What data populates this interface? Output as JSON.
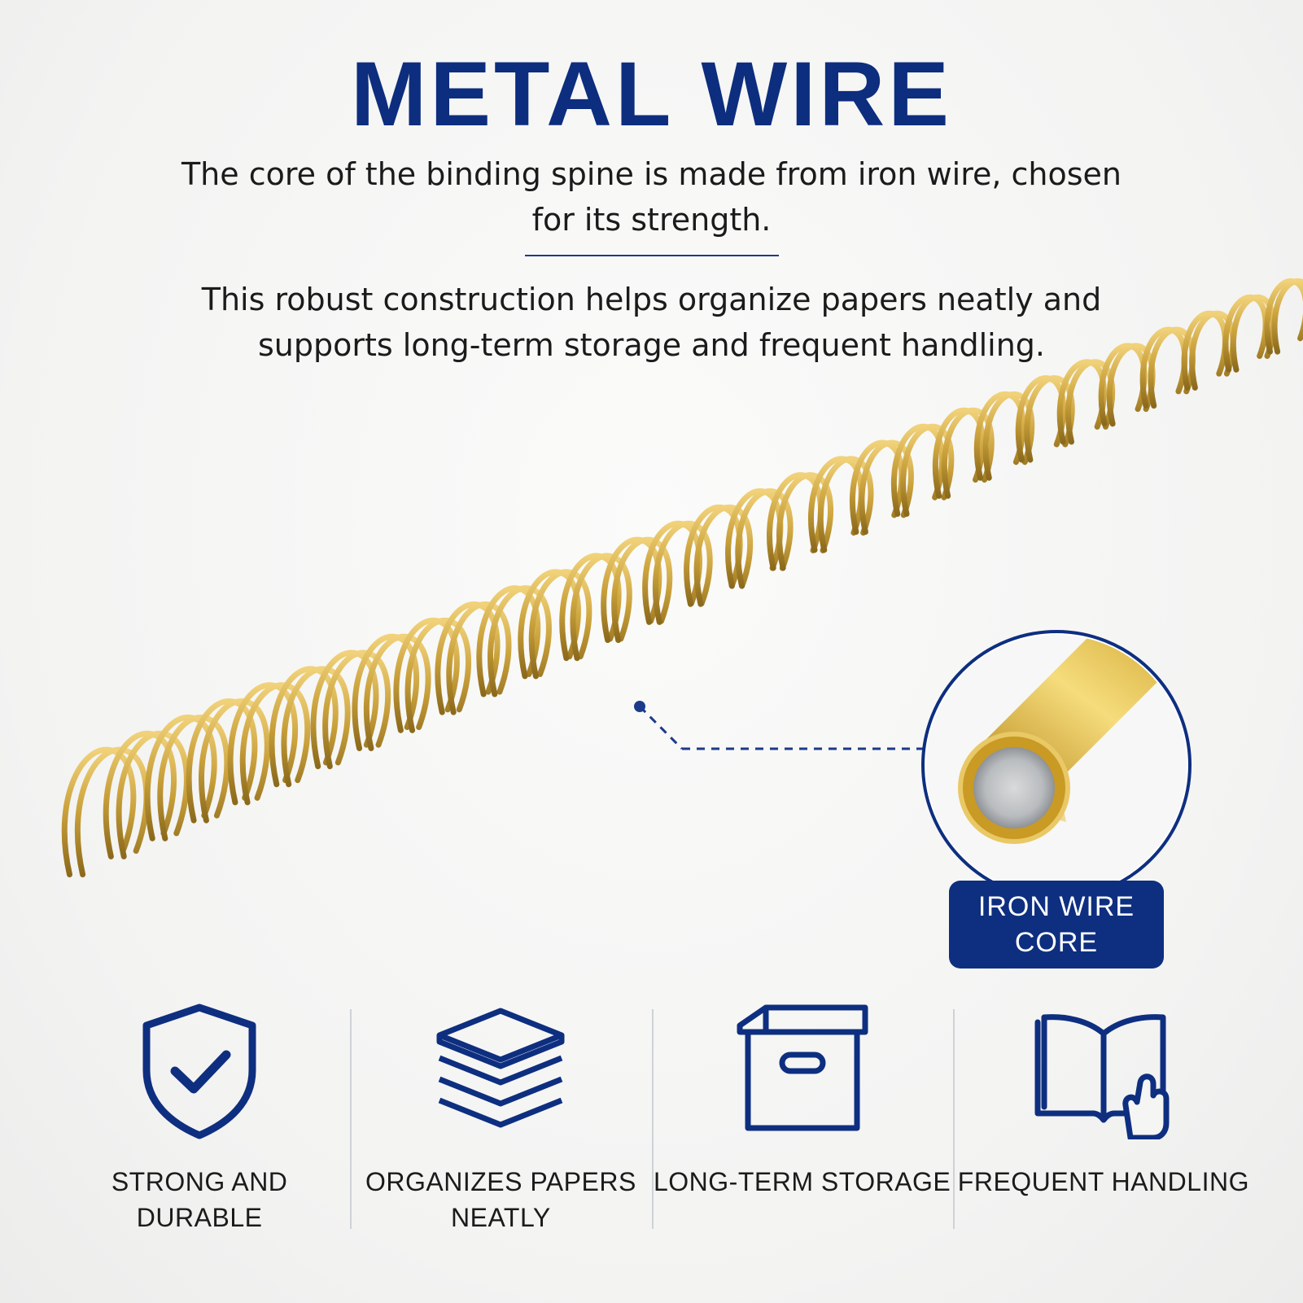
{
  "header": {
    "title": "METAL WIRE",
    "intro": "The core of the binding spine is made from iron wire, chosen for its strength.",
    "body": "This robust construction helps organize papers neatly and supports long-term storage and frequent handling."
  },
  "callout": {
    "label": "IRON WIRE CORE"
  },
  "features": [
    {
      "icon": "shield-check-icon",
      "label": "STRONG AND DURABLE"
    },
    {
      "icon": "paper-stack-icon",
      "label": "ORGANIZES PAPERS NEATLY"
    },
    {
      "icon": "storage-box-icon",
      "label": "LONG-TERM STORAGE"
    },
    {
      "icon": "book-hand-icon",
      "label": "FREQUENT HANDLING"
    }
  ],
  "colors": {
    "navy": "#0d2d7e",
    "gold": "#c9a03a",
    "background": "#f5f5f4"
  }
}
